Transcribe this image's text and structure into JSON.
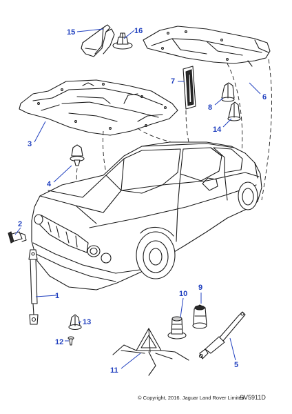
{
  "callouts": [
    {
      "id": "1",
      "label": "1"
    },
    {
      "id": "2",
      "label": "2"
    },
    {
      "id": "3",
      "label": "3"
    },
    {
      "id": "4",
      "label": "4"
    },
    {
      "id": "5",
      "label": "5"
    },
    {
      "id": "6",
      "label": "6"
    },
    {
      "id": "7",
      "label": "7"
    },
    {
      "id": "8",
      "label": "8"
    },
    {
      "id": "9",
      "label": "9"
    },
    {
      "id": "10",
      "label": "10"
    },
    {
      "id": "11",
      "label": "11"
    },
    {
      "id": "12",
      "label": "12"
    },
    {
      "id": "13",
      "label": "13"
    },
    {
      "id": "14",
      "label": "14"
    },
    {
      "id": "15",
      "label": "15"
    },
    {
      "id": "16",
      "label": "16"
    }
  ],
  "footer": {
    "copyright": "© Copyright, 2016. Jaguar Land Rover Limited",
    "ref_code": "SV5911D"
  },
  "colors": {
    "callout": "#1f3fbf",
    "line": "#1a1a1a"
  }
}
